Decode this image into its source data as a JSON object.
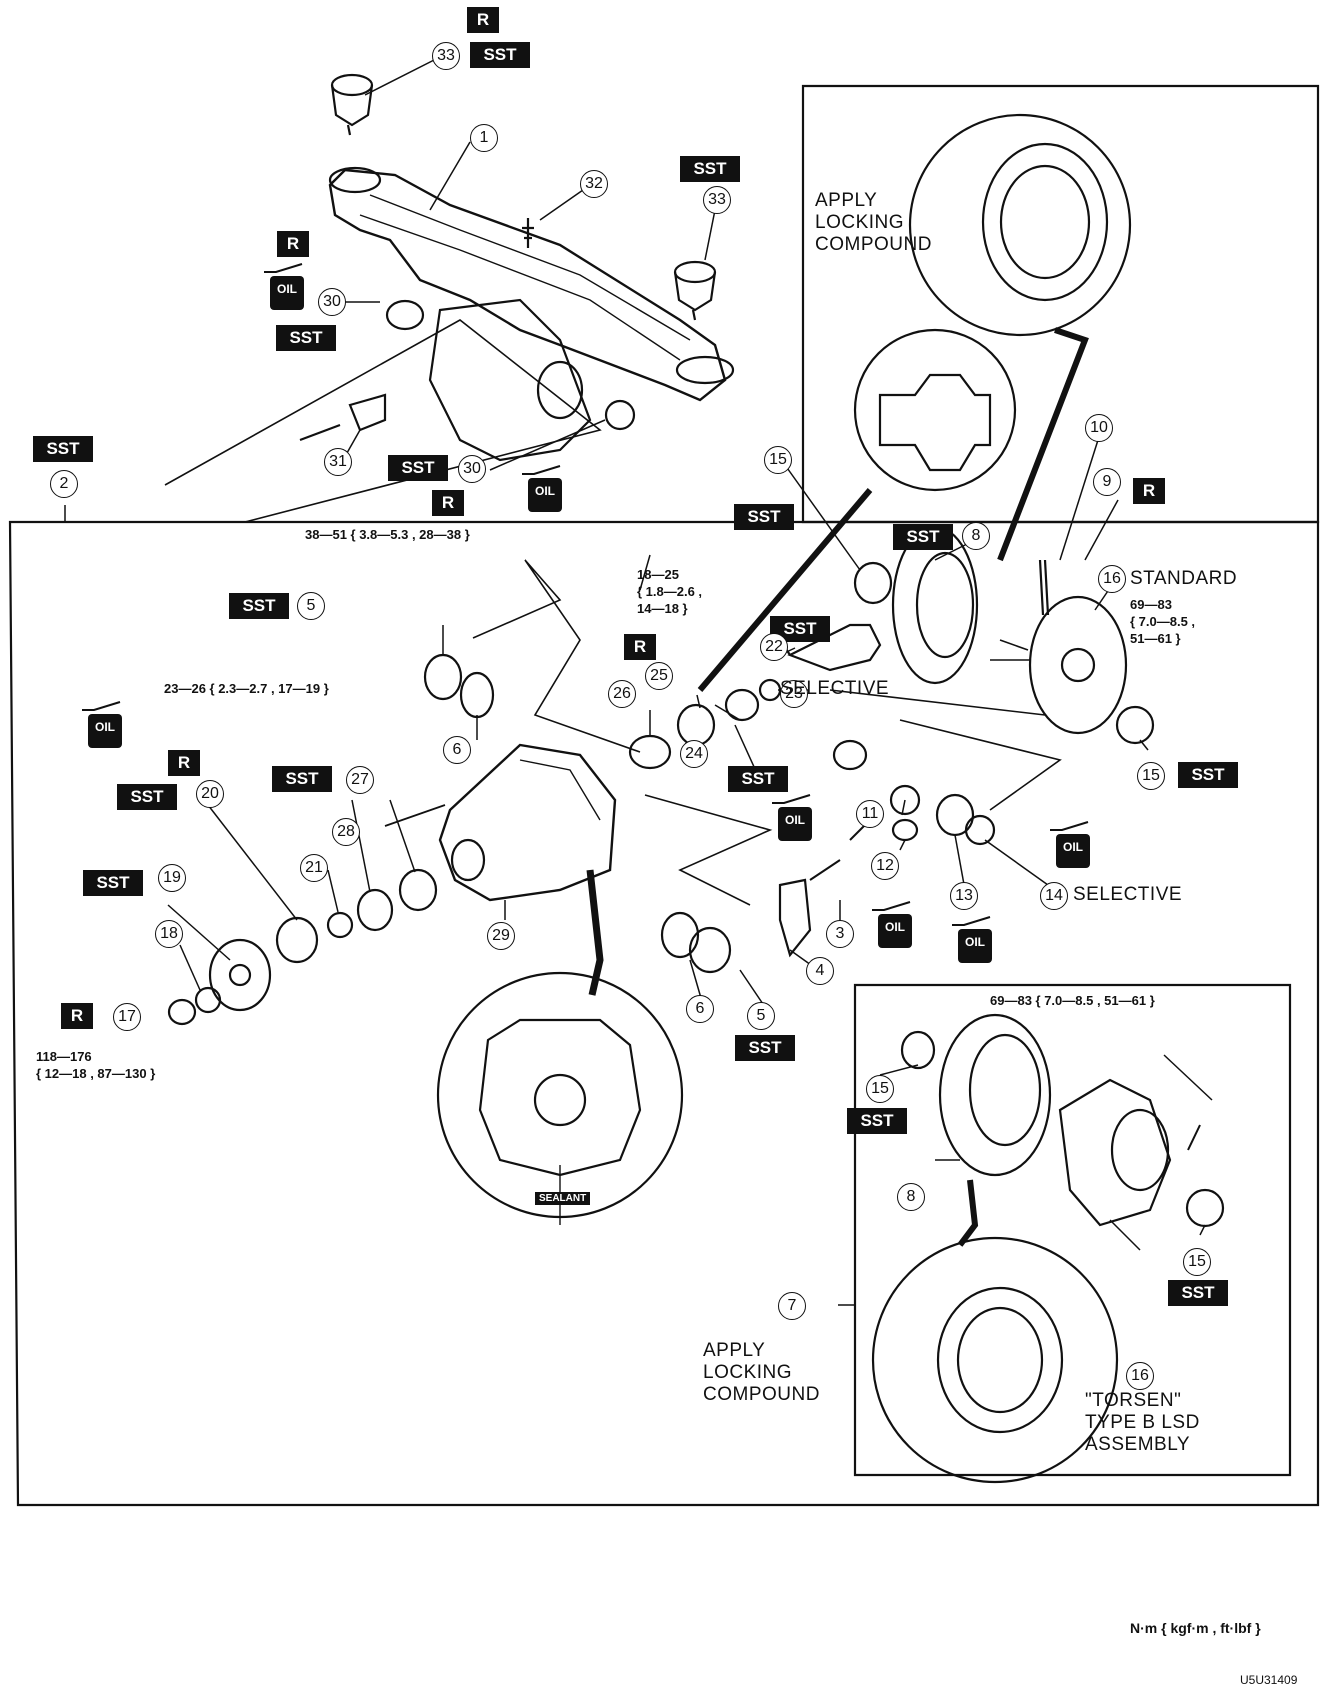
{
  "tags": {
    "sst": "SST",
    "r": "R",
    "oil": "OIL",
    "sealant": "SEALANT"
  },
  "callouts": {
    "c1": "1",
    "c2": "2",
    "c3": "3",
    "c4": "4",
    "c5": "5",
    "c6": "6",
    "c7": "7",
    "c8": "8",
    "c9": "9",
    "c10": "10",
    "c11": "11",
    "c12": "12",
    "c13": "13",
    "c14": "14",
    "c15": "15",
    "c16": "16",
    "c17": "17",
    "c18": "18",
    "c19": "19",
    "c20": "20",
    "c21": "21",
    "c22": "22",
    "c23": "23",
    "c24": "24",
    "c25": "25",
    "c26": "26",
    "c27": "27",
    "c28": "28",
    "c29": "29",
    "c30": "30",
    "c31": "31",
    "c32": "32",
    "c33": "33"
  },
  "labels": {
    "apply_locking_top": [
      "APPLY",
      "LOCKING",
      "COMPOUND"
    ],
    "apply_locking_bottom": [
      "APPLY",
      "LOCKING",
      "COMPOUND"
    ],
    "standard": "STANDARD",
    "selective_22": "SELECTIVE",
    "selective_14": "SELECTIVE",
    "torsen": [
      "\"TORSEN\"",
      "TYPE B LSD",
      "ASSEMBLY"
    ]
  },
  "torques": {
    "t_38_51": "38—51 { 3.8—5.3 , 28—38 }",
    "t_18_25": [
      "18—25",
      "{ 1.8—2.6 ,",
      "14—18 }"
    ],
    "t_23_26": "23—26 { 2.3—2.7 , 17—19 }",
    "t_69_83_std": [
      "69—83",
      "{ 7.0—8.5 ,",
      "51—61 }"
    ],
    "t_118_176": [
      "118—176",
      "{ 12—18 , 87—130 }"
    ],
    "t_69_83_torsen": "69—83 { 7.0—8.5 , 51—61 }"
  },
  "footer": {
    "units": "N·m { kgf·m , ft·lbf }",
    "code": "U5U31409"
  }
}
